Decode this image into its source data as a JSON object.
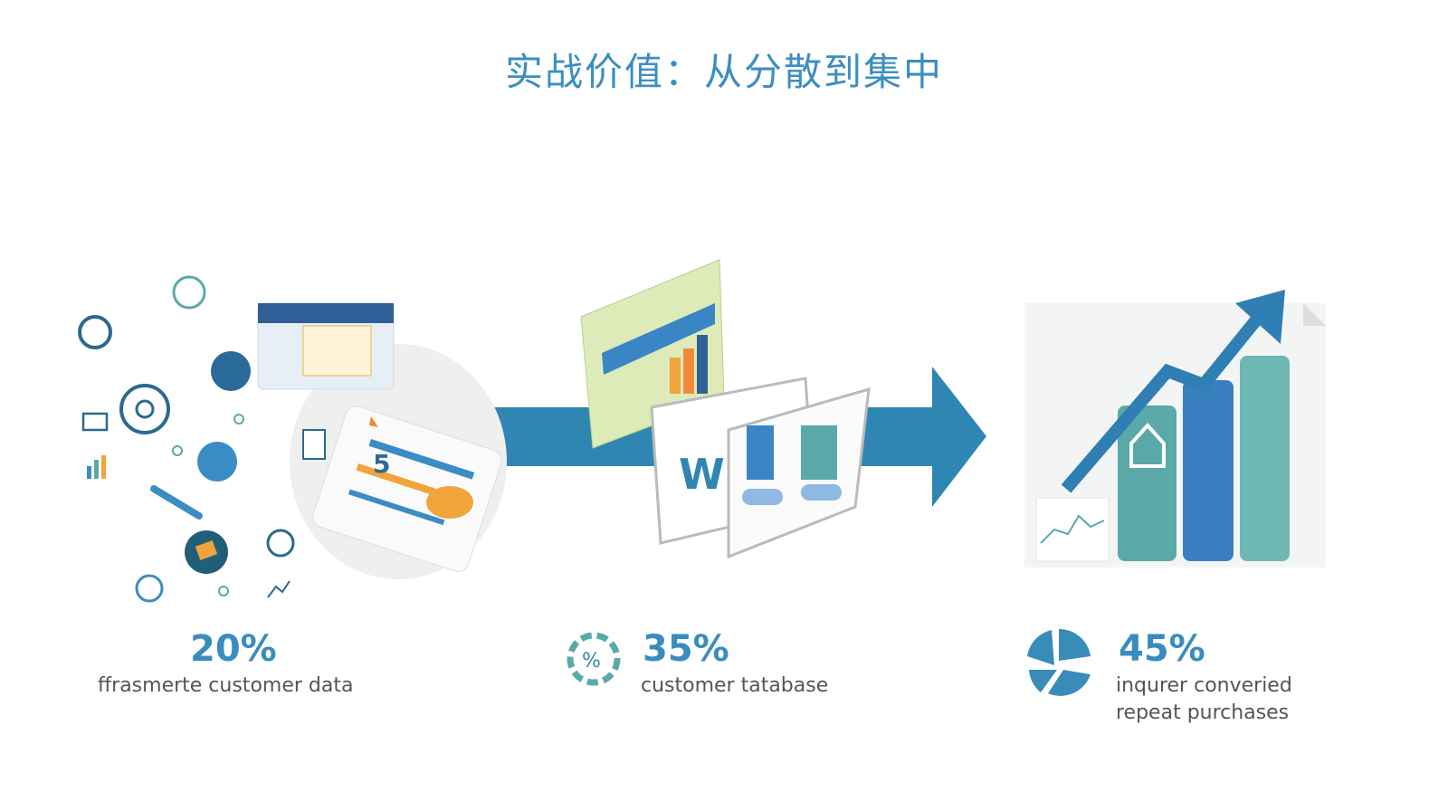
{
  "title": "实战价值：从分散到集中",
  "stats": [
    {
      "value": "20%",
      "label": "ffrasmerte customer data",
      "icon": "scattered-data-icon"
    },
    {
      "value": "35%",
      "label": "customer tatabase",
      "icon": "percent-gear-icon"
    },
    {
      "value": "45%",
      "label_line1": "inqurer converied",
      "label_line2": "repeat purchases",
      "icon": "pie-segments-icon"
    }
  ],
  "illustrations": {
    "scattered": {
      "card_number": "5"
    },
    "database": {
      "doc_letter": "W"
    }
  },
  "colors": {
    "accent": "#2f86b3",
    "teal": "#5aa9a8",
    "title": "#3b8fc0"
  }
}
